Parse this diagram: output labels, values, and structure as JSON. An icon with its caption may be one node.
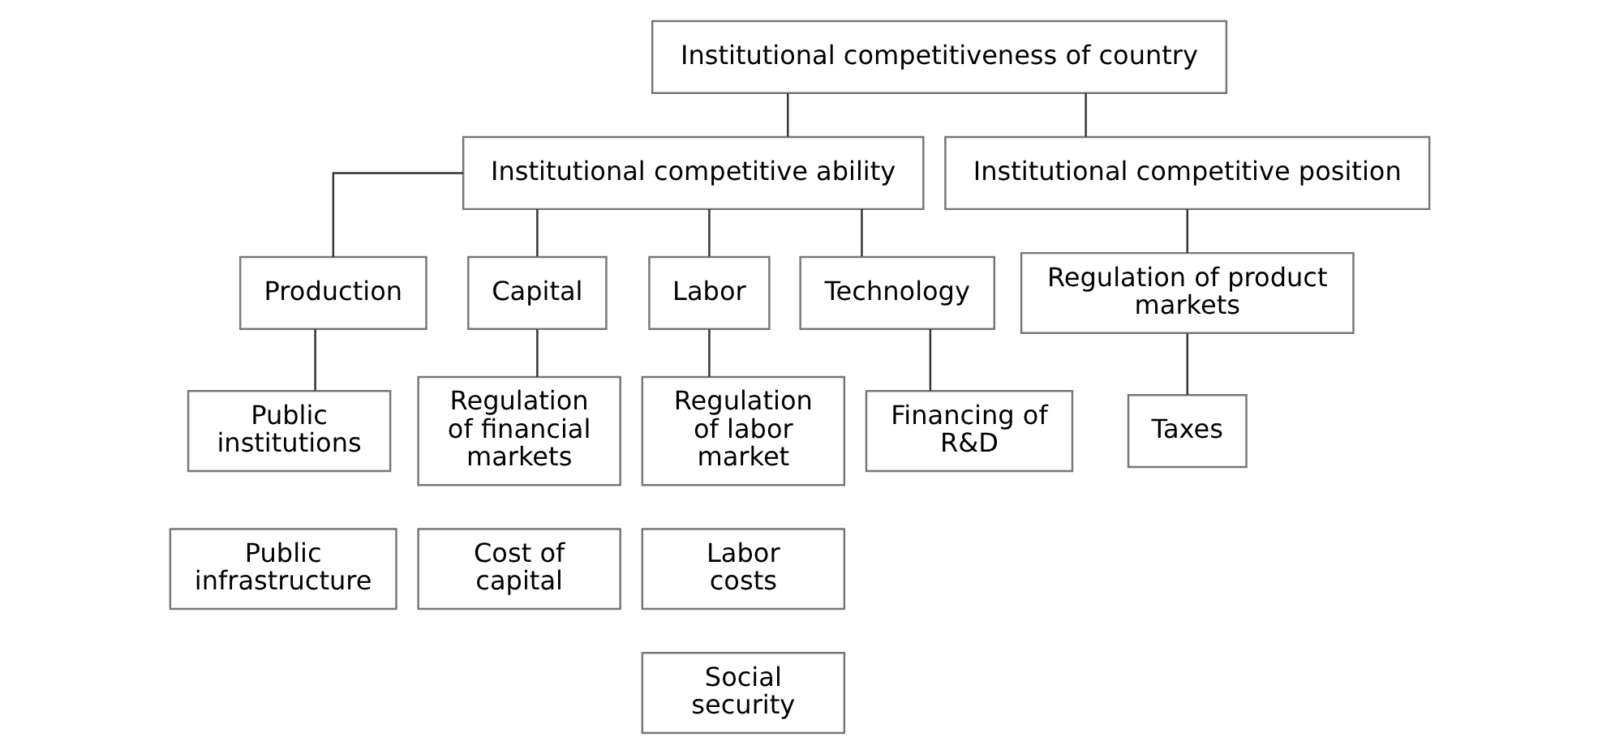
{
  "diagram": {
    "nodes": [
      {
        "text": [
          "Institutional competitiveness of country"
        ]
      },
      {
        "text": [
          "Institutional competitive ability"
        ]
      },
      {
        "text": [
          "Institutional competitive position"
        ]
      },
      {
        "text": [
          "Production"
        ]
      },
      {
        "text": [
          "Capital"
        ]
      },
      {
        "text": [
          "Labor"
        ]
      },
      {
        "text": [
          "Technology"
        ]
      },
      {
        "text": [
          "Public institutions"
        ]
      },
      {
        "text": [
          "Public infrastructure"
        ]
      },
      {
        "text": [
          "Regulation of financial markets"
        ]
      },
      {
        "text": [
          "Cost of capital"
        ]
      },
      {
        "text": [
          "Regulation of labor market"
        ]
      },
      {
        "text": [
          "Labor costs"
        ]
      },
      {
        "text": [
          "Social security"
        ]
      },
      {
        "text": [
          "Financing of R&D"
        ]
      },
      {
        "text": [
          "Regulation of product markets"
        ]
      },
      {
        "text": [
          "Taxes"
        ]
      }
    ],
    "edges": [
      {
        "from": 0,
        "to": 1,
        "arrow": "none"
      },
      {
        "from": 0,
        "to": 2,
        "arrow": "none"
      },
      {
        "from": 1,
        "to": 3,
        "arrow": "none"
      },
      {
        "from": 1,
        "to": 4,
        "arrow": "none"
      },
      {
        "from": 1,
        "to": 5,
        "arrow": "none"
      },
      {
        "from": 1,
        "to": 6,
        "arrow": "none"
      },
      {
        "from": 3,
        "to": 7,
        "arrow": "none"
      },
      {
        "from": 4,
        "to": 9,
        "arrow": "none"
      },
      {
        "from": 5,
        "to": 11,
        "arrow": "none"
      },
      {
        "from": 6,
        "to": 14,
        "arrow": "none"
      },
      {
        "from": 2,
        "to": 15,
        "arrow": "none"
      },
      {
        "from": 15,
        "to": 16,
        "arrow": "none"
      }
    ]
  }
}
